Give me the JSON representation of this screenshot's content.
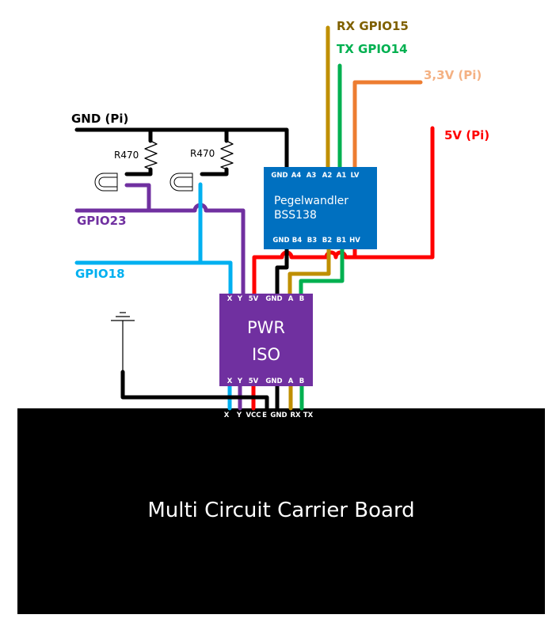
{
  "colors": {
    "gnd": "#000000",
    "rx": "#bf8f00",
    "tx": "#00b050",
    "v33": "#ed7d31",
    "v5": "#ff0000",
    "gpio23": "#7030a0",
    "gpio18": "#00b0f0",
    "level_shifter": "#0070c0",
    "pwr_iso": "#7030a0",
    "carrier": "#000000"
  },
  "signal_labels": {
    "rx": "RX GPIO15",
    "tx": "TX GPIO14",
    "v33": "3,3V (Pi)",
    "v5": "5V (Pi)",
    "gnd": "GND (Pi)",
    "gpio23": "GPIO23",
    "gpio18": "GPIO18"
  },
  "resistors": [
    {
      "label": "R470"
    },
    {
      "label": "R470"
    }
  ],
  "leds": [
    {
      "name": "led-1"
    },
    {
      "name": "led-2"
    }
  ],
  "level_shifter": {
    "title_line1": "Pegelwandler",
    "title_line2": "BSS138",
    "top_pins": [
      "GND",
      "A4",
      "A3",
      "A2",
      "A1",
      "LV"
    ],
    "bottom_pins": [
      "GND",
      "B4",
      "B3",
      "B2",
      "B1",
      "HV"
    ]
  },
  "pwr_iso": {
    "title_line1": "PWR",
    "title_line2": "ISO",
    "top_pins": [
      "X",
      "Y",
      "5V",
      "GND",
      "A",
      "B"
    ],
    "bottom_pins": [
      "X",
      "Y",
      "5V",
      "GND",
      "A",
      "B"
    ]
  },
  "carrier_board": {
    "title": "Multi Circuit Carrier Board",
    "pins": [
      "X",
      "Y",
      "VCC",
      "E",
      "GND",
      "RX",
      "TX"
    ]
  }
}
